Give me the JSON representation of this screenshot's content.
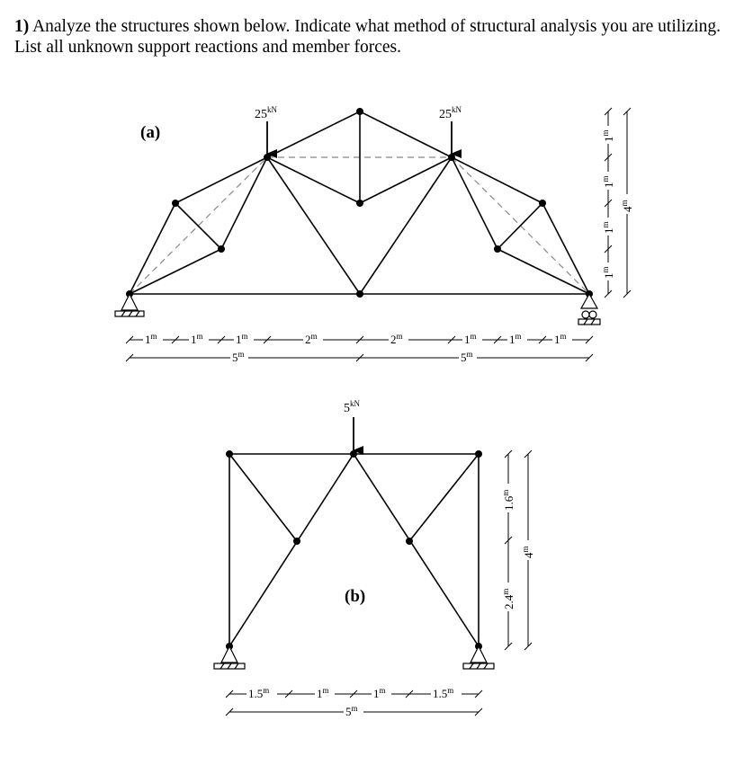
{
  "question": {
    "number": "1)",
    "line1": "Analyze the structures shown below. Indicate what method of structural analysis you are utilizing.",
    "line2": "List all unknown support reactions and member forces."
  },
  "figure_a": {
    "label": "(a)",
    "loads": [
      {
        "value": "25",
        "unit": "kN",
        "node": "D"
      },
      {
        "value": "25",
        "unit": "kN",
        "node": "H"
      }
    ],
    "supports": {
      "left": "pin",
      "right": "roller"
    },
    "horizontal_dims_top": [
      {
        "value": "1",
        "unit": "m"
      },
      {
        "value": "1",
        "unit": "m"
      },
      {
        "value": "1",
        "unit": "m"
      },
      {
        "value": "2",
        "unit": "m"
      },
      {
        "value": "2",
        "unit": "m"
      },
      {
        "value": "1",
        "unit": "m"
      },
      {
        "value": "1",
        "unit": "m"
      },
      {
        "value": "1",
        "unit": "m"
      }
    ],
    "horizontal_dims_bottom": [
      {
        "value": "5",
        "unit": "m"
      },
      {
        "value": "5",
        "unit": "m"
      }
    ],
    "vertical_dims_segments": [
      {
        "value": "1",
        "unit": "m"
      },
      {
        "value": "1",
        "unit": "m"
      },
      {
        "value": "1",
        "unit": "m"
      },
      {
        "value": "1",
        "unit": "m"
      }
    ],
    "vertical_dim_total": {
      "value": "4",
      "unit": "m"
    }
  },
  "figure_b": {
    "label": "(b)",
    "loads": [
      {
        "value": "5",
        "unit": "kN",
        "node": "top-middle"
      }
    ],
    "supports": {
      "left": "pin",
      "right": "pin"
    },
    "horizontal_dims_top": [
      {
        "value": "1.5",
        "unit": "m"
      },
      {
        "value": "1",
        "unit": "m"
      },
      {
        "value": "1",
        "unit": "m"
      },
      {
        "value": "1.5",
        "unit": "m"
      }
    ],
    "horizontal_dims_bottom": [
      {
        "value": "5",
        "unit": "m"
      }
    ],
    "vertical_dims_segments": [
      {
        "value": "2.4",
        "unit": "m"
      },
      {
        "value": "1.6",
        "unit": "m"
      }
    ],
    "vertical_dim_total": {
      "value": "4",
      "unit": "m"
    }
  }
}
